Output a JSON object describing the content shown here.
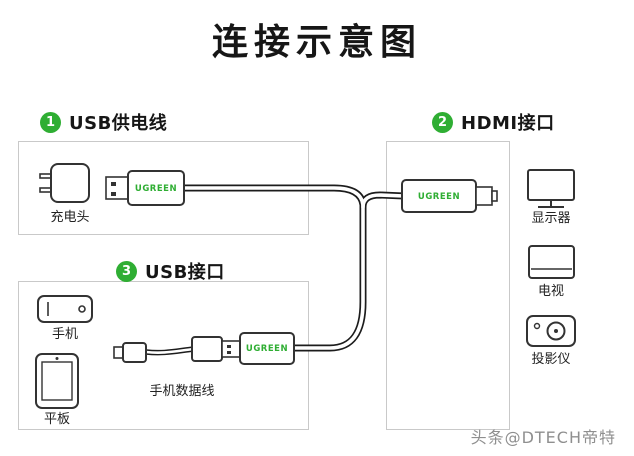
{
  "title": "连接示意图",
  "brand": "UGREEN",
  "sections": {
    "usb_power": {
      "number": "1",
      "label": "USB供电线"
    },
    "hdmi_port": {
      "number": "2",
      "label": "HDMI接口"
    },
    "usb_port": {
      "number": "3",
      "label": "USB接口"
    }
  },
  "labels": {
    "charger": "充电头",
    "phone": "手机",
    "tablet": "平板",
    "phone_data_cable": "手机数据线"
  },
  "devices": [
    {
      "icon": "monitor-icon",
      "label": "显示器"
    },
    {
      "icon": "tv-icon",
      "label": "电视"
    },
    {
      "icon": "projector-icon",
      "label": "投影仪"
    }
  ],
  "watermark": "头条@DTECH帝特",
  "colors": {
    "accent": "#2fae33",
    "box_border": "#c9c9c9",
    "ink": "#161616",
    "watermark": "#8f8f8f"
  }
}
